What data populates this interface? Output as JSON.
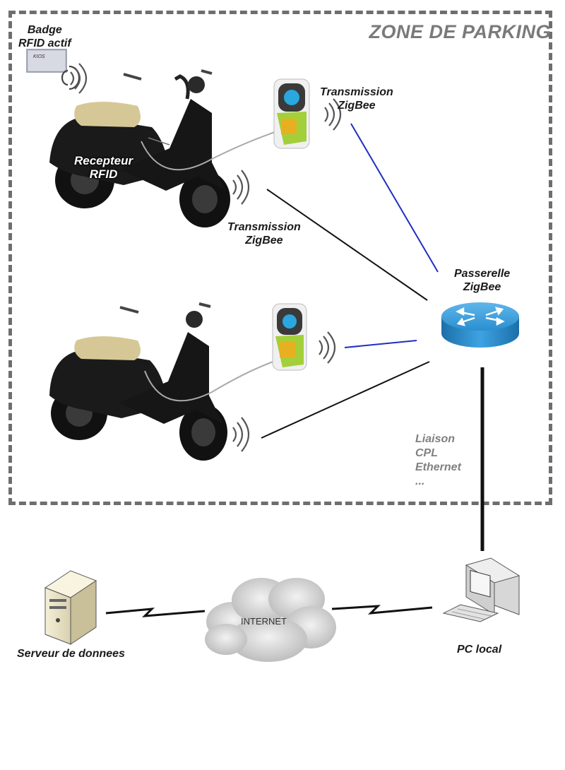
{
  "zone": {
    "title": "ZONE DE PARKING"
  },
  "badge": {
    "line1": "Badge",
    "line2": "RFID actif",
    "card_text": "KIOS"
  },
  "receiver": {
    "line1": "Recepteur",
    "line2": "RFID"
  },
  "transmission_top": {
    "line1": "Transmission",
    "line2": "ZigBee"
  },
  "transmission_mid": {
    "line1": "Transmission",
    "line2": "ZigBee"
  },
  "gateway": {
    "line1": "Passerelle",
    "line2": "ZigBee"
  },
  "liaison": {
    "line1": "Liaison",
    "line2": "CPL",
    "line3": "Ethernet",
    "line4": "..."
  },
  "internet": {
    "label": "INTERNET"
  },
  "server": {
    "label": "Serveur de donnees"
  },
  "pc": {
    "label": "PC local"
  },
  "colors": {
    "zone_border": "#6e6e6e",
    "zigbee_blue": "#1f2fbf",
    "link_black": "#111111",
    "gateway_blue": "#2a8fd0"
  }
}
